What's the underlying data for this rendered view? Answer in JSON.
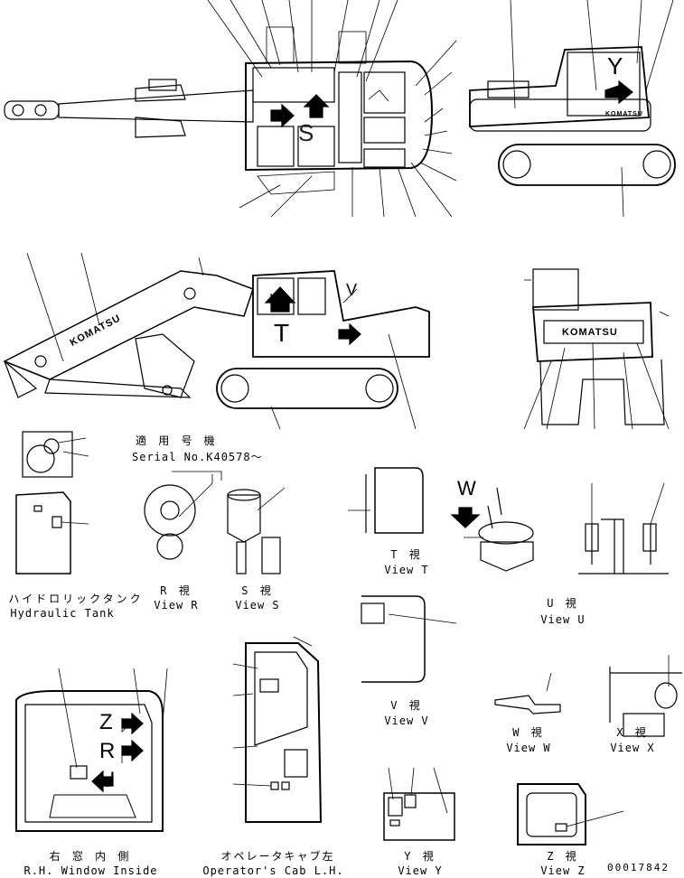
{
  "serial": {
    "jp": "適 用 号 機",
    "en": "Serial No.K40578～"
  },
  "views": [
    {
      "key": "hydraulic",
      "jp": "ハイドロリックタンク",
      "en": "Hydraulic Tank"
    },
    {
      "key": "r",
      "jp": "R  視",
      "en": "View R"
    },
    {
      "key": "s",
      "jp": "S  視",
      "en": "View S"
    },
    {
      "key": "t",
      "jp": "T  視",
      "en": "View T"
    },
    {
      "key": "u",
      "jp": "U  視",
      "en": "View U"
    },
    {
      "key": "v",
      "jp": "V  視",
      "en": "View V"
    },
    {
      "key": "w",
      "jp": "W  視",
      "en": "View W"
    },
    {
      "key": "x",
      "jp": "X  視",
      "en": "View X"
    },
    {
      "key": "rh",
      "jp": "右 窓 内 側",
      "en": "R.H. Window Inside"
    },
    {
      "key": "cab",
      "jp": "オペレータキャブ左",
      "en": "Operator's Cab L.H."
    },
    {
      "key": "y",
      "jp": "Y  視",
      "en": "View Y"
    },
    {
      "key": "z",
      "jp": "Z  視",
      "en": "View Z"
    }
  ],
  "view_letters": {
    "s": "S",
    "t": "T",
    "v": "V",
    "w": "W",
    "y": "Y",
    "z": "Z",
    "r": "R",
    "u": "U"
  },
  "brand": "KOMATSU",
  "drawing_number": "00017842"
}
